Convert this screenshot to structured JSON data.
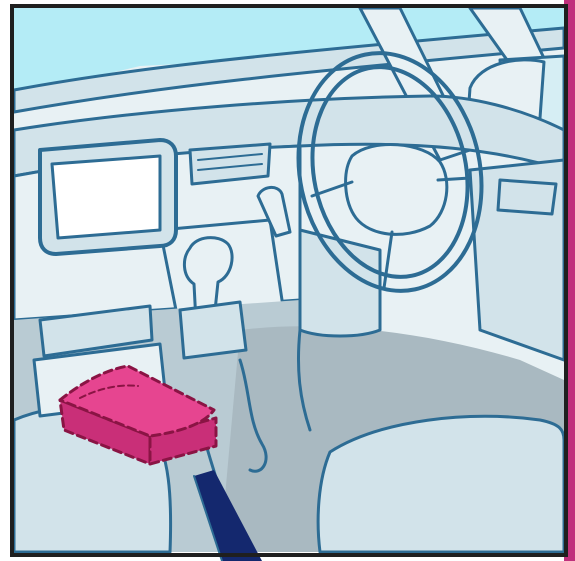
{
  "illustration": {
    "subject": "car-interior-line-illustration",
    "colors": {
      "frame_stroke": "#1f1f1f",
      "side_accent_bar": "#c0307c",
      "sky": "#b4ecf6",
      "window_tint": "#d6eef4",
      "surface_light": "#e8f1f4",
      "surface_mid": "#d2e3ea",
      "surface_shadow": "#b9cbd3",
      "floor_shadow": "#a9b9c1",
      "outline": "#2d6c94",
      "highlighted_box": "#e64590",
      "highlighted_box_dark": "#c92f78",
      "highlighted_box_edge": "#8a1444",
      "pointer": "#14286e"
    },
    "highlighted_component": "pink-box-under-dashboard",
    "callout": "pointer-arrow"
  }
}
